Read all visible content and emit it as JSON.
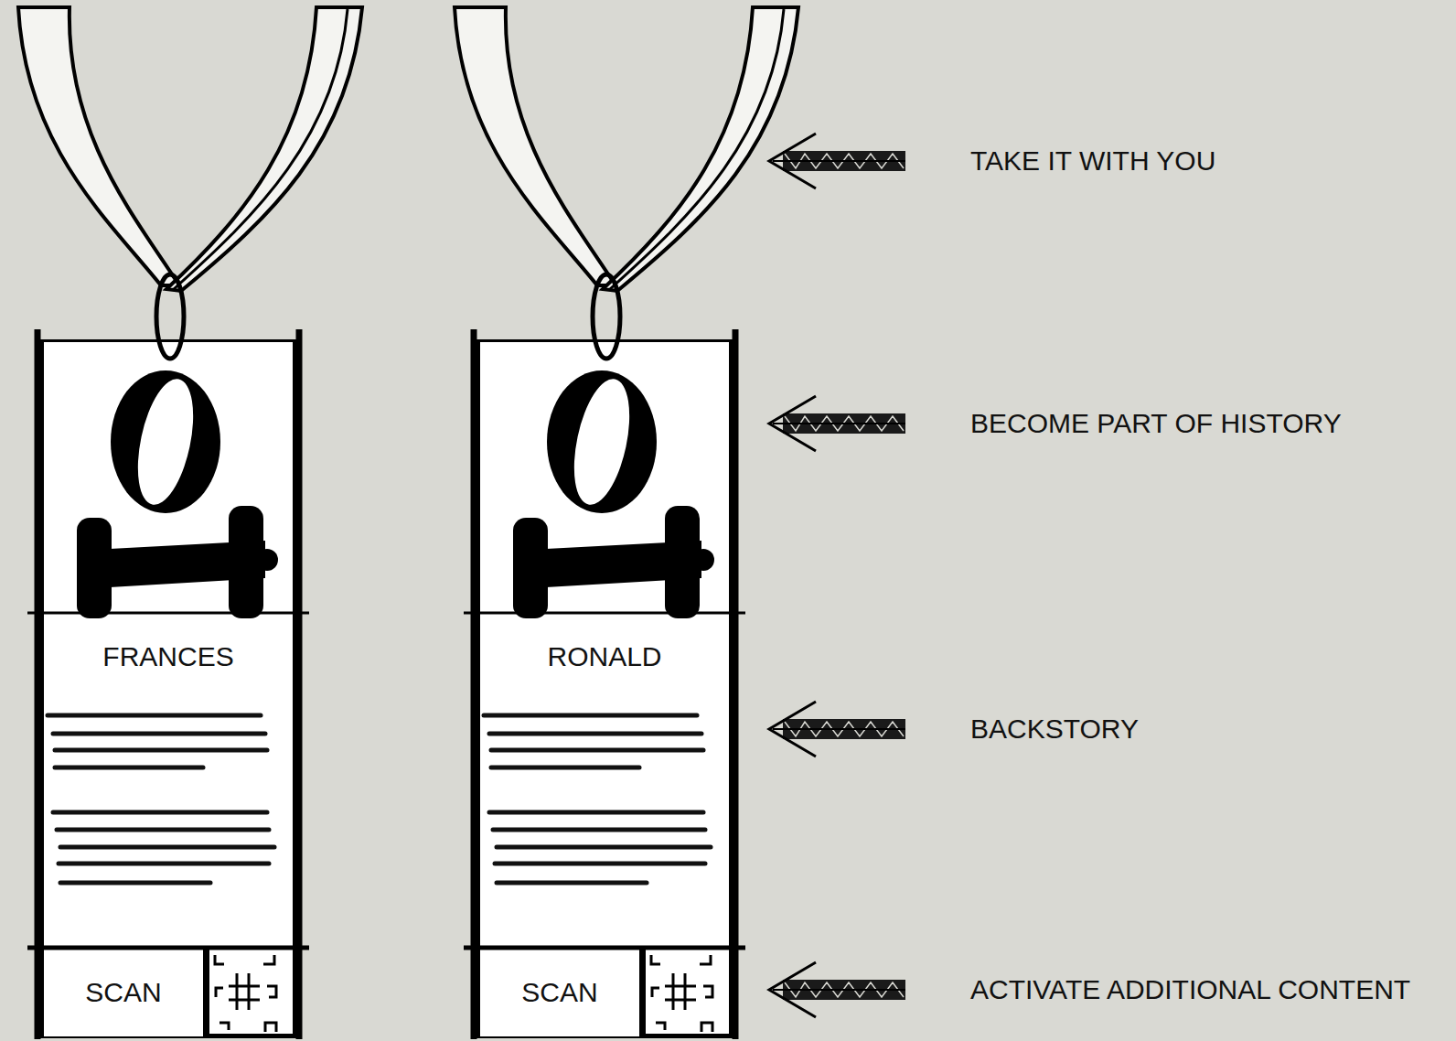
{
  "diagram": {
    "nodes": [
      {
        "text": [
          "FRANCES"
        ]
      },
      {
        "text": [
          "SCAN"
        ],
        "in": 0
      },
      {
        "text": [
          "RONALD"
        ]
      },
      {
        "text": [
          "SCAN"
        ],
        "in": 2
      }
    ],
    "labels": [
      "TAKE IT WITH YOU",
      "BECOME PART OF HISTORY",
      "BACKSTORY",
      "ACTIVATE ADDITIONAL CONTENT"
    ]
  }
}
